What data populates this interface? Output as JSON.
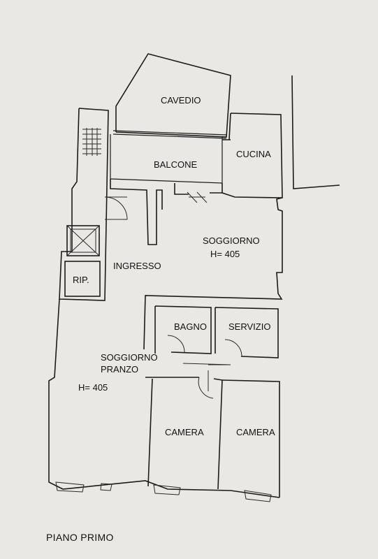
{
  "plan": {
    "title": "PIANO PRIMO",
    "rooms": {
      "cavedio": "CAVEDIO",
      "balcone": "BALCONE",
      "cucina": "CUCINA",
      "soggiorno": "SOGGIORNO",
      "soggiorno_height": "H= 405",
      "ingresso": "INGRESSO",
      "rip": "RIP.",
      "bagno": "BAGNO",
      "servizio": "SERVIZIO",
      "soggiorno_pranzo_1": "SOGGIORNO",
      "soggiorno_pranzo_2": "PRANZO",
      "soggiorno_pranzo_height": "H= 405",
      "camera_left": "CAMERA",
      "camera_right": "CAMERA"
    }
  }
}
